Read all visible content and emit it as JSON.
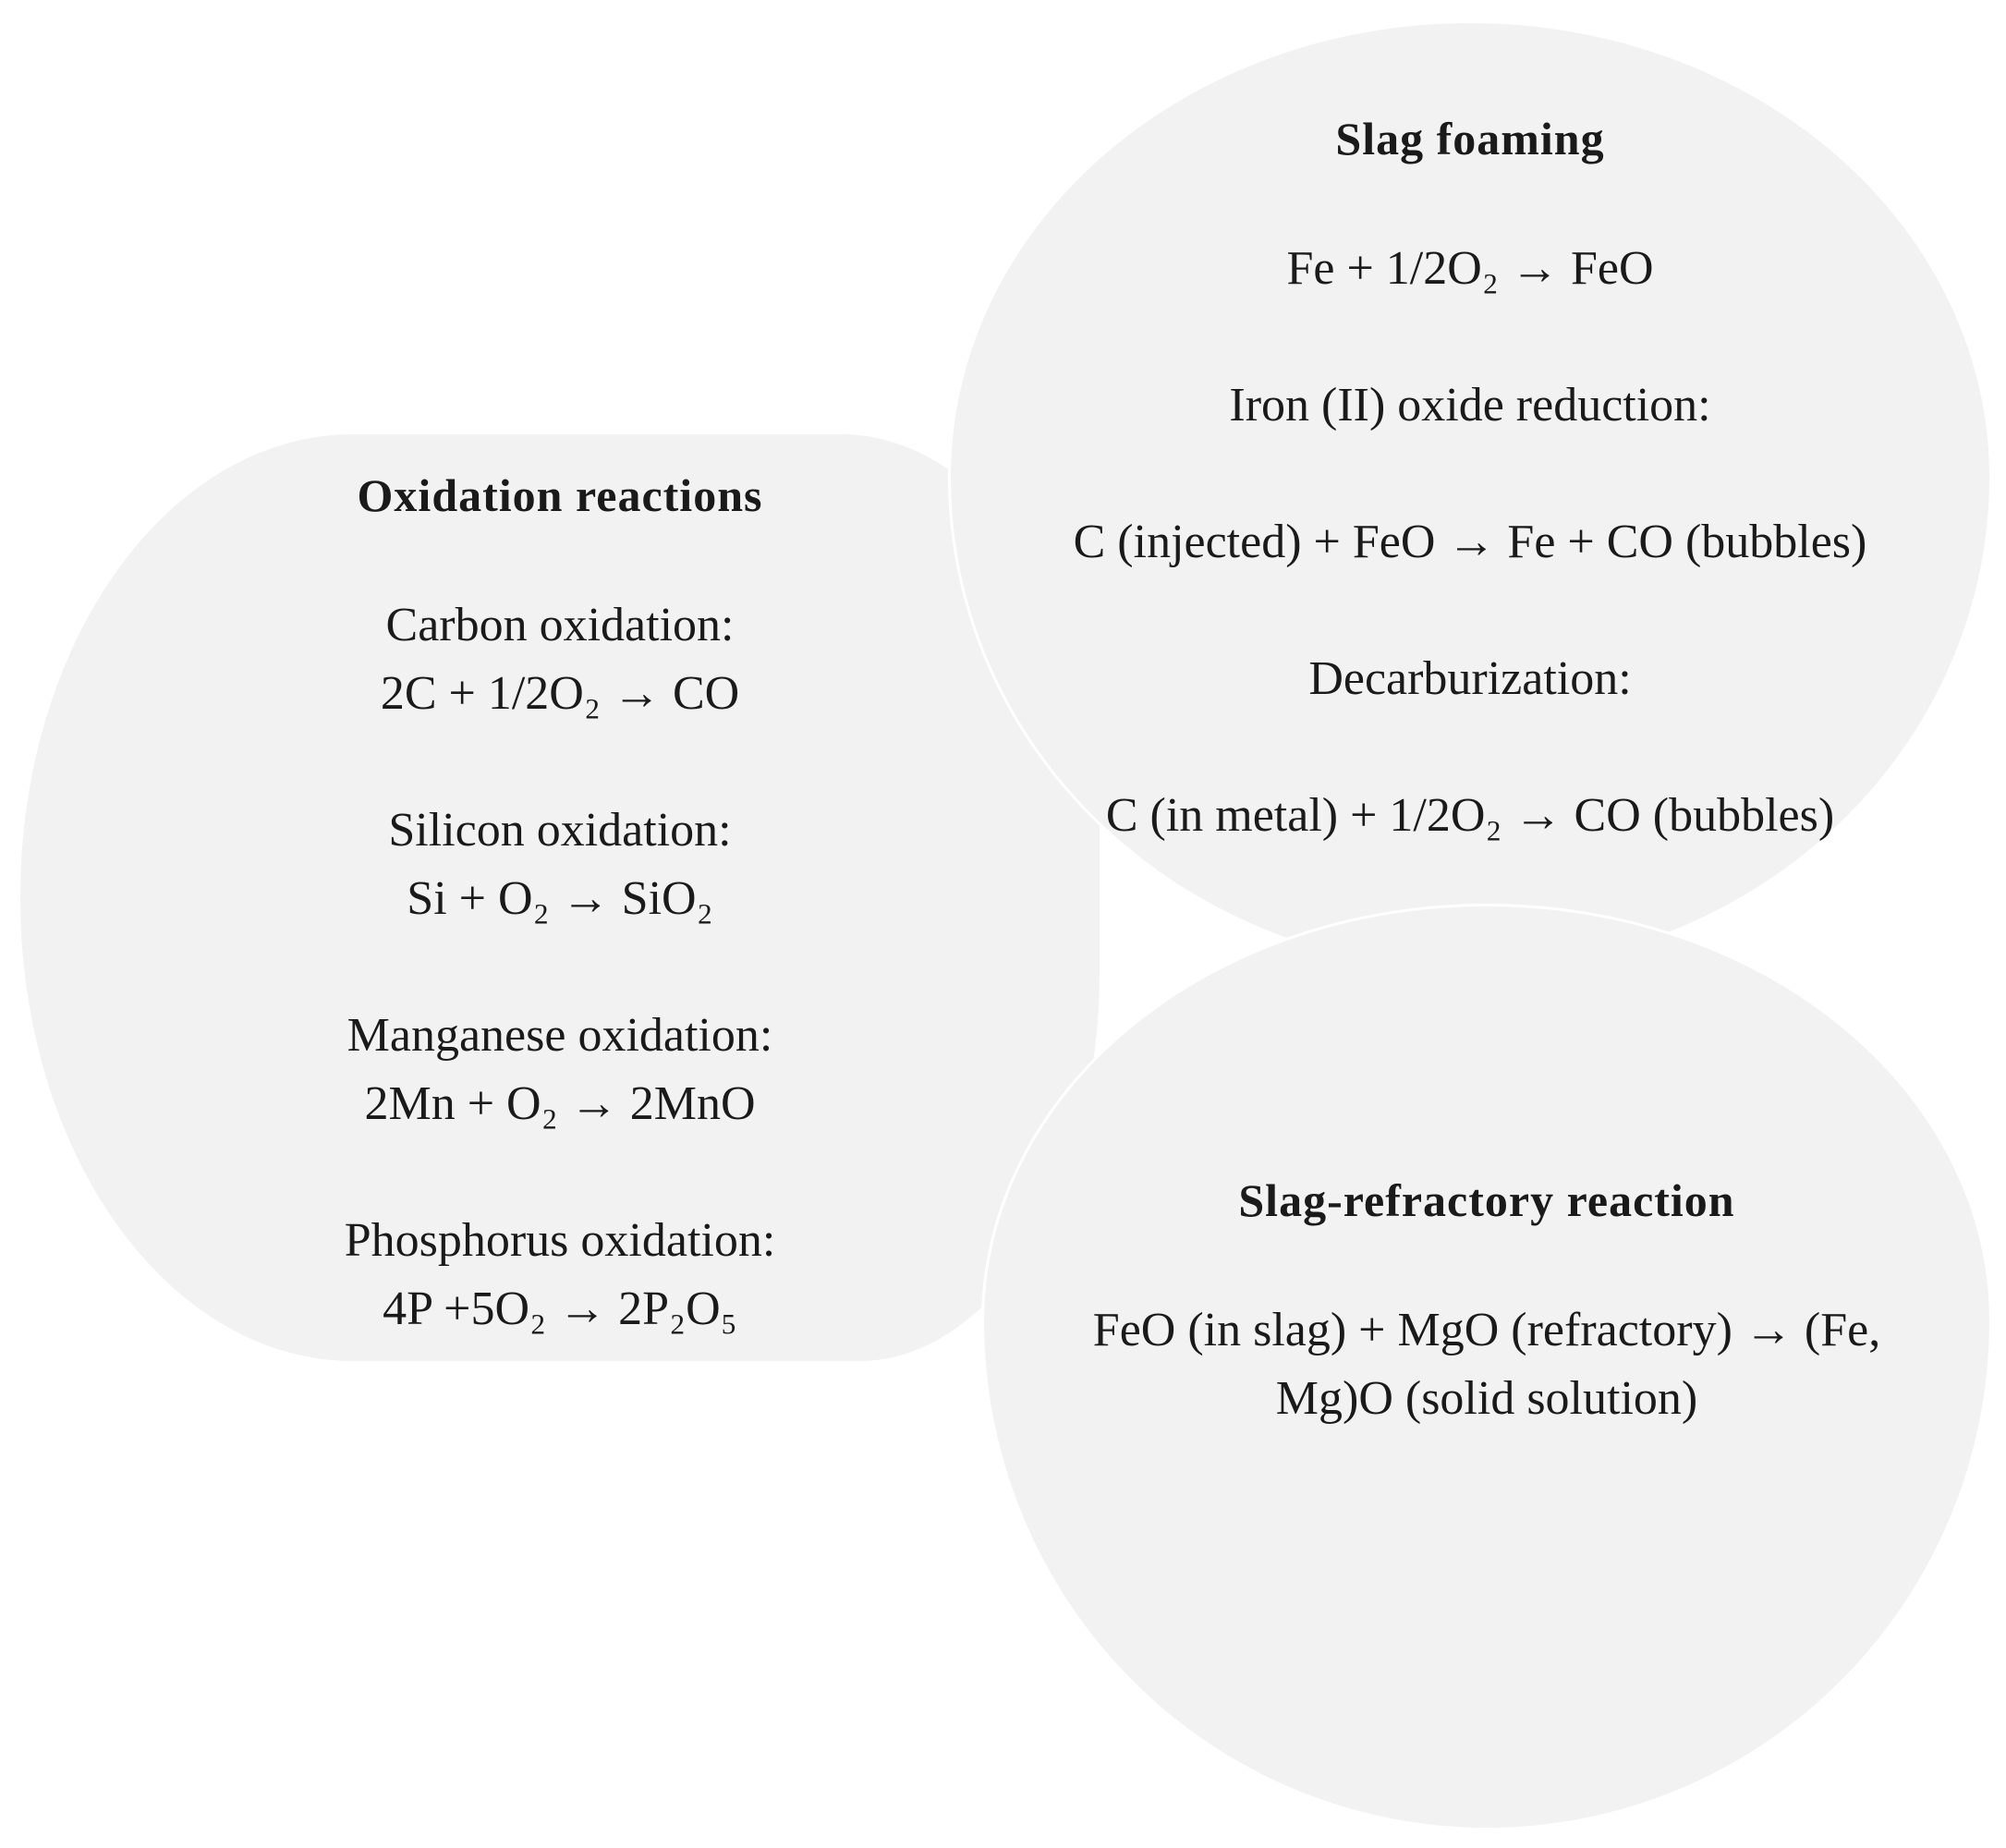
{
  "oxidation": {
    "title": "Oxidation reactions",
    "carbon_label": "Carbon oxidation:",
    "carbon_eq": "2C + 1/2O₂ → CO",
    "silicon_label": "Silicon oxidation:",
    "silicon_eq": "Si + O₂ → SiO₂",
    "manganese_label": "Manganese oxidation:",
    "manganese_eq": "2Mn + O₂ → 2MnO",
    "phosphorus_label": "Phosphorus oxidation:",
    "phosphorus_eq": "4P +5O₂ → 2P₂O₅"
  },
  "foaming": {
    "title": "Slag foaming",
    "eq1": "Fe + 1/2O₂ → FeO",
    "reduction_label": "Iron (II) oxide reduction:",
    "reduction_eq": "C (injected) + FeO → Fe + CO (bubbles)",
    "decarb_label": "Decarburization:",
    "decarb_eq": "C (in metal) + 1/2O₂ → CO (bubbles)"
  },
  "refractory": {
    "title": "Slag-refractory reaction",
    "eq_line1": "FeO (in slag) + MgO (refractory) → (Fe,",
    "eq_line2": "Mg)O (solid solution)"
  }
}
